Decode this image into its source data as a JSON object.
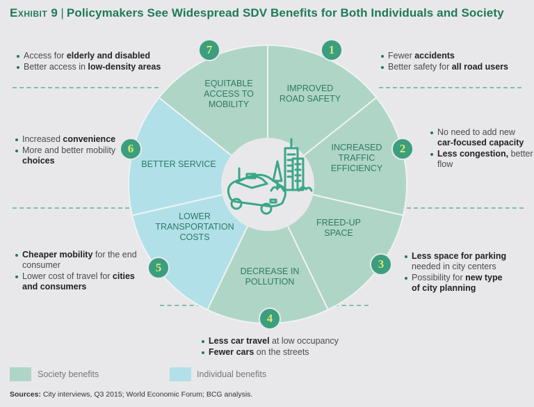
{
  "title": {
    "exhibit": "Exhibit 9",
    "separator": "|",
    "text": "Policymakers See Widespread SDV Benefits for Both Individuals and Society"
  },
  "colors": {
    "society": "#afd5c6",
    "individual": "#b1e0e8",
    "title": "#1f7a55",
    "badge": "#3a9e7f",
    "badge_text": "#dde86a",
    "center": "#e8e8ea",
    "icon": "#3aa688"
  },
  "segments": [
    {
      "number": "1",
      "label": "Improved road safety",
      "type": "society",
      "bullets": [
        [
          {
            "t": "Fewer ",
            "b": false
          },
          {
            "t": "accidents",
            "b": true
          }
        ],
        [
          {
            "t": "Better safety for ",
            "b": false
          },
          {
            "t": "all road users",
            "b": true
          }
        ]
      ]
    },
    {
      "number": "2",
      "label": "Increased traffic efficiency",
      "type": "society",
      "bullets": [
        [
          {
            "t": "No need to add new ",
            "b": false
          },
          {
            "t": "car-focused capacity",
            "b": true
          }
        ],
        [
          {
            "t": "Less congestion,",
            "b": true
          },
          {
            "t": " better flow",
            "b": false
          }
        ]
      ]
    },
    {
      "number": "3",
      "label": "Freed-up space",
      "type": "society",
      "bullets": [
        [
          {
            "t": "Less space for parking",
            "b": true
          },
          {
            "t": " needed in city centers",
            "b": false
          }
        ],
        [
          {
            "t": "Possibility for ",
            "b": false
          },
          {
            "t": "new type of city planning",
            "b": true
          }
        ]
      ]
    },
    {
      "number": "4",
      "label": "Decrease in pollution",
      "type": "society",
      "bullets": [
        [
          {
            "t": "Less car travel",
            "b": true
          },
          {
            "t": " at low occupancy",
            "b": false
          }
        ],
        [
          {
            "t": "Fewer cars",
            "b": true
          },
          {
            "t": " on the streets",
            "b": false
          }
        ]
      ]
    },
    {
      "number": "5",
      "label": "Lower transportation costs",
      "type": "individual",
      "bullets": [
        [
          {
            "t": "Cheaper mobility",
            "b": true
          },
          {
            "t": " for the end consumer",
            "b": false
          }
        ],
        [
          {
            "t": "Lower cost of travel for ",
            "b": false
          },
          {
            "t": "cities and consumers",
            "b": true
          }
        ]
      ]
    },
    {
      "number": "6",
      "label": "Better service",
      "type": "individual",
      "bullets": [
        [
          {
            "t": "Increased ",
            "b": false
          },
          {
            "t": "convenience",
            "b": true
          }
        ],
        [
          {
            "t": "More and better mobility ",
            "b": false
          },
          {
            "t": "choices",
            "b": true
          }
        ]
      ]
    },
    {
      "number": "7",
      "label": "Equitable access to mobility",
      "type": "society",
      "bullets": [
        [
          {
            "t": "Access for ",
            "b": false
          },
          {
            "t": "elderly and disabled",
            "b": true
          }
        ],
        [
          {
            "t": "Better access in ",
            "b": false
          },
          {
            "t": "low-density areas",
            "b": true
          }
        ]
      ]
    }
  ],
  "center_icon": "self-driving-car-and-city-icon",
  "legend": [
    {
      "label": "Society benefits",
      "type": "society"
    },
    {
      "label": "Individual benefits",
      "type": "individual"
    }
  ],
  "sources": {
    "label": "Sources:",
    "text": " City interviews, Q3 2015; World Economic Forum; BCG analysis."
  }
}
